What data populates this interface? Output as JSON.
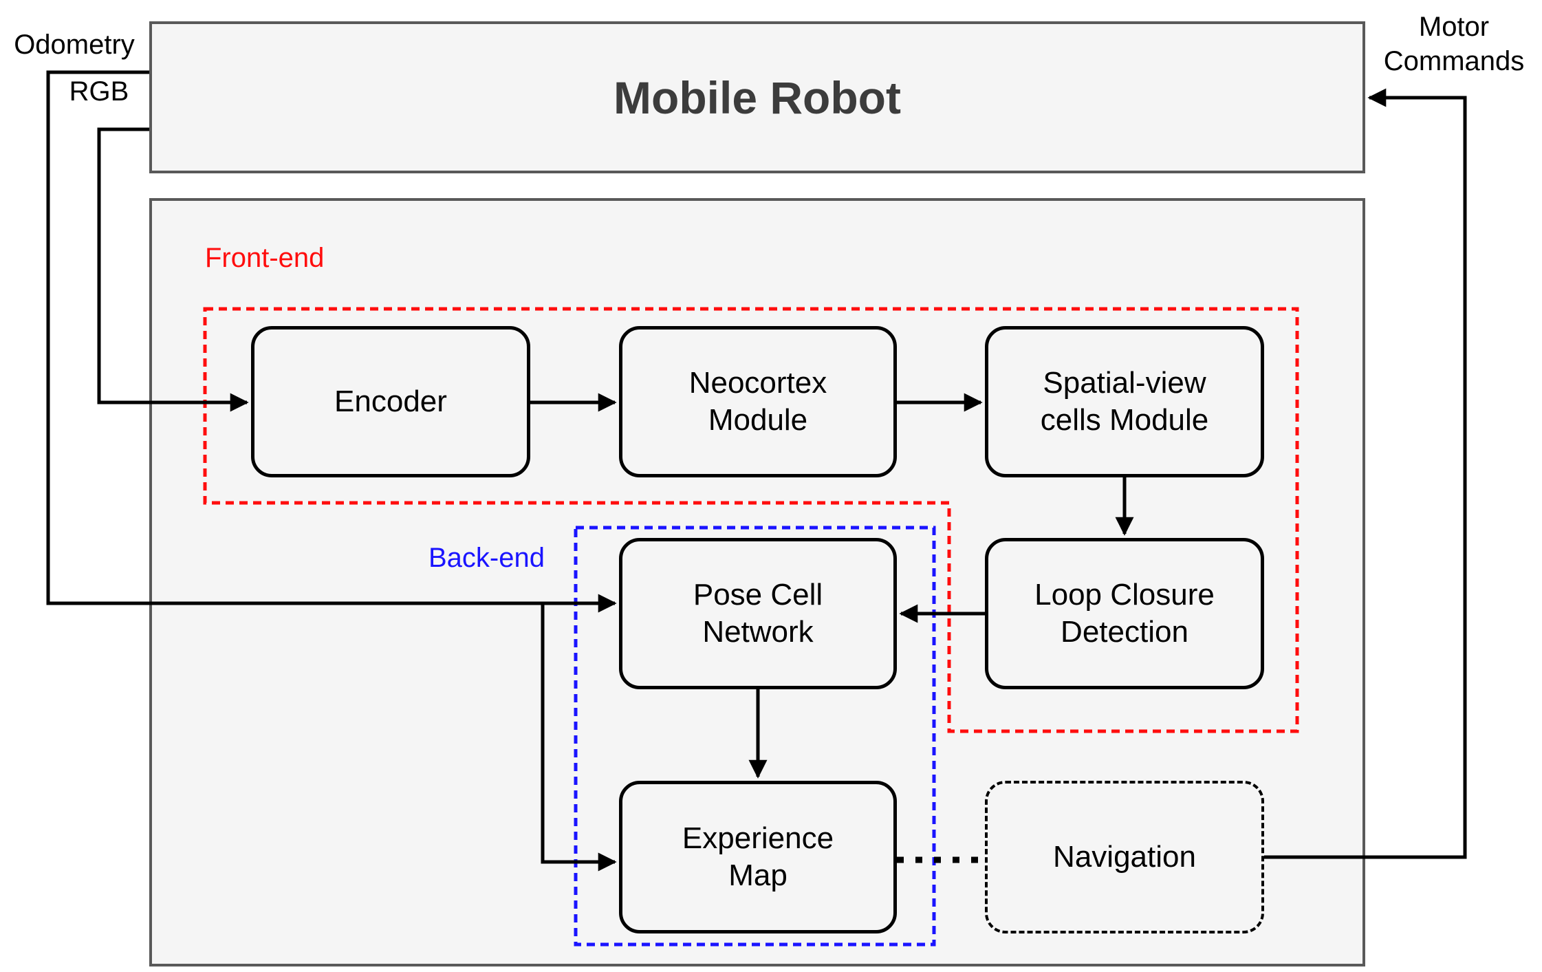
{
  "colors": {
    "background": "#ffffff",
    "container_fill": "#f5f5f5",
    "container_border": "#595959",
    "node_border": "#000000",
    "connector": "#000000",
    "frontend_red": "#ff0d0d",
    "backend_blue": "#1a14ff",
    "title_text": "#3c3c3c",
    "label_text": "#000000"
  },
  "containers": {
    "mobile_robot_title": "Mobile Robot"
  },
  "regions": {
    "frontend_label": "Front-end",
    "backend_label": "Back-end"
  },
  "external_labels": {
    "odometry": "Odometry",
    "rgb": "RGB",
    "motor_line1": "Motor",
    "motor_line2": "Commands"
  },
  "nodes": {
    "encoder": {
      "line1": "Encoder",
      "line2": ""
    },
    "neocortex": {
      "line1": "Neocortex",
      "line2": "Module"
    },
    "spatial_view": {
      "line1": "Spatial-view",
      "line2": "cells Module"
    },
    "pose_cell": {
      "line1": "Pose Cell",
      "line2": "Network"
    },
    "loop_closure": {
      "line1": "Loop Closure",
      "line2": "Detection"
    },
    "experience_map": {
      "line1": "Experience",
      "line2": "Map"
    },
    "navigation": {
      "line1": "Navigation",
      "line2": ""
    }
  }
}
